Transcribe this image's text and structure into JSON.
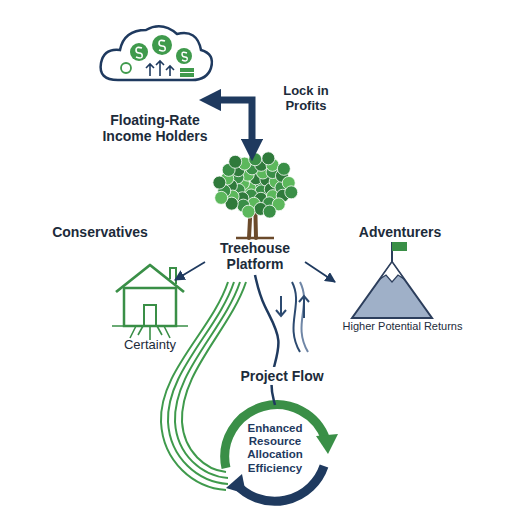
{
  "diagram": {
    "nodes": [
      {
        "text": [
          "Floating-Rate Income Holders"
        ]
      },
      {
        "text": [
          "Treehouse Platform"
        ]
      },
      {
        "text": [
          "Conservatives",
          "Certainty"
        ]
      },
      {
        "text": [
          "Adventurers",
          "Higher Potential Returns"
        ]
      },
      {
        "text": [
          "Enhanced Resource Allocation Efficiency"
        ]
      }
    ],
    "edges": [
      {
        "from": 0,
        "to": 1,
        "label": "Lock in Profits",
        "arrow": "both"
      },
      {
        "from": 1,
        "to": 2,
        "arrow": "to"
      },
      {
        "from": 1,
        "to": 3,
        "arrow": "to"
      },
      {
        "from": 1,
        "to": 4,
        "label": "Project Flow",
        "arrow": "none"
      }
    ]
  }
}
